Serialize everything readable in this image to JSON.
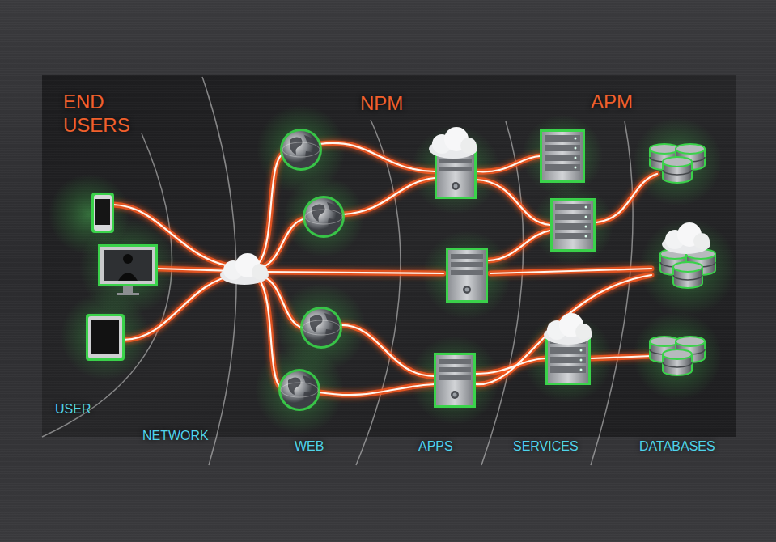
{
  "diagram": {
    "labels": [
      "END USERS",
      "NPM",
      "APM",
      "USER",
      "NETWORK",
      "WEB",
      "APPS",
      "SERVICES",
      "DATABASES"
    ]
  }
}
